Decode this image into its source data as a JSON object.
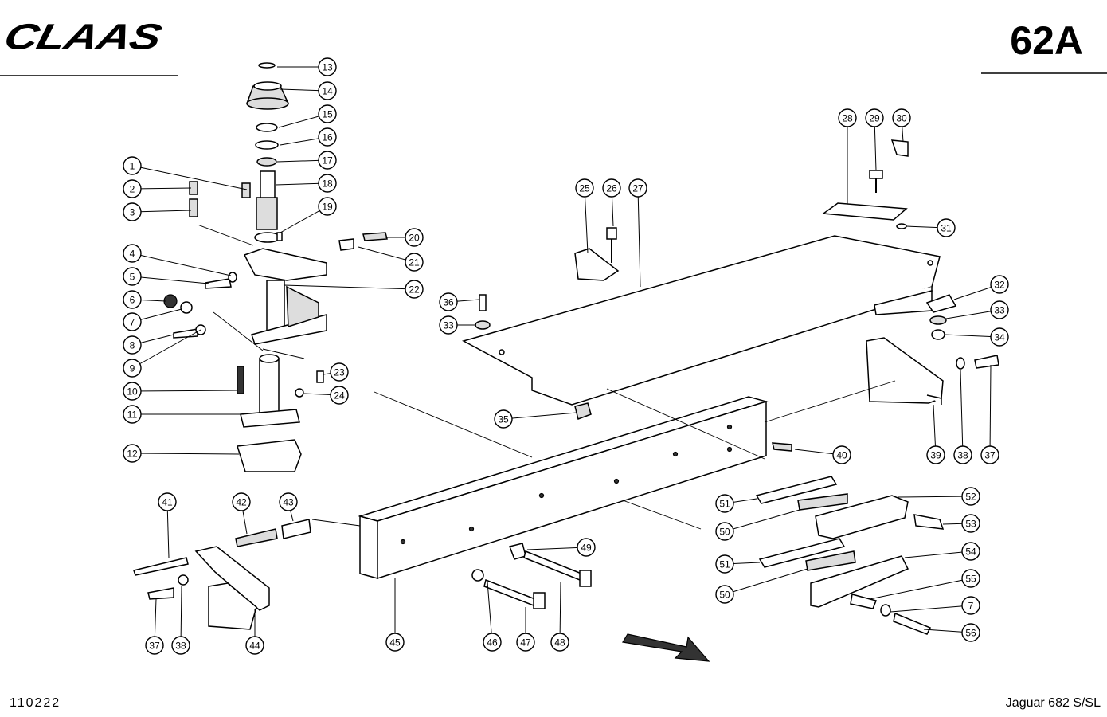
{
  "header": {
    "brand": "CLAAS",
    "page_number": "62A"
  },
  "footer": {
    "doc_number": "110222",
    "model": "Jaguar 682 S/SL"
  },
  "callouts": [
    "1",
    "2",
    "3",
    "4",
    "5",
    "6",
    "7",
    "8",
    "9",
    "10",
    "11",
    "12",
    "13",
    "14",
    "15",
    "16",
    "17",
    "18",
    "19",
    "20",
    "21",
    "22",
    "23",
    "24",
    "25",
    "26",
    "27",
    "28",
    "29",
    "30",
    "31",
    "32",
    "33",
    "34",
    "35",
    "36",
    "33",
    "37",
    "38",
    "39",
    "40",
    "41",
    "42",
    "43",
    "37",
    "38",
    "44",
    "45",
    "46",
    "47",
    "48",
    "49",
    "51",
    "50",
    "51",
    "50",
    "52",
    "53",
    "54",
    "55",
    "7",
    "56"
  ],
  "icons": {
    "direction": "direction-arrow-icon"
  }
}
